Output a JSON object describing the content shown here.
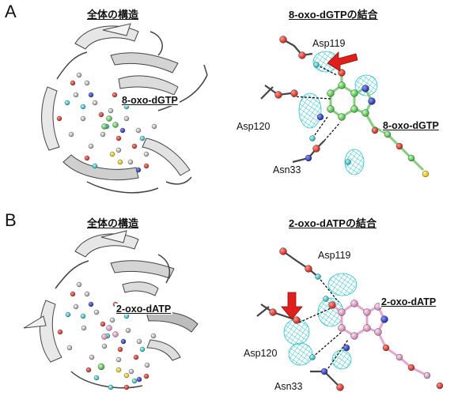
{
  "panels": [
    {
      "letter": "A",
      "overview_title": "全体の構造",
      "overview_ligand": "8-oxo-dGTP",
      "binding_title": "8-oxo-dGTPの結合",
      "labels": {
        "asp119": "Asp119",
        "asp120": "Asp120",
        "asn33": "Asn33",
        "ligand": "8-oxo-dGTP"
      },
      "ligand_color": "#7fd17a"
    },
    {
      "letter": "B",
      "overview_title": "全体の構造",
      "overview_ligand": "2-oxo-dATP",
      "binding_title": "2-oxo-dATPの結合",
      "labels": {
        "asp119": "Asp119",
        "asp120": "Asp120",
        "asn33": "Asn33",
        "ligand": "2-oxo-dATP"
      },
      "ligand_color": "#e6a6cf"
    }
  ],
  "colors": {
    "arrow": "#e0201c",
    "density_mesh": "#27c6cc",
    "ribbon": "#d9d9d9",
    "oxygen": "#d9302a",
    "nitrogen": "#3545c9",
    "carbon": "#9a9a9a"
  }
}
